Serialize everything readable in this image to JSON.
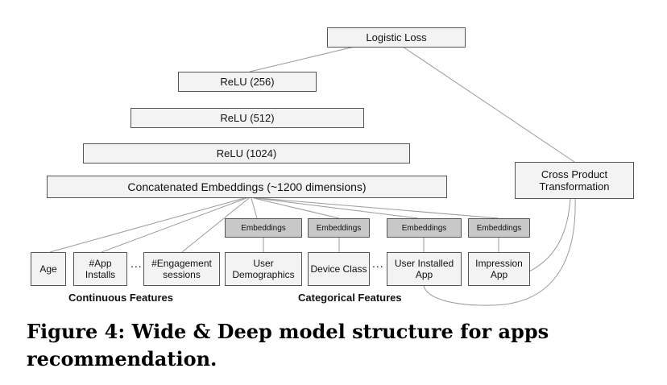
{
  "nodes": {
    "logistic_loss": "Logistic Loss",
    "relu_256": "ReLU (256)",
    "relu_512": "ReLU (512)",
    "relu_1024": "ReLU (1024)",
    "concat": "Concatenated Embeddings (~1200 dimensions)",
    "cross_product": "Cross Product Transformation",
    "embeddings_label": "Embeddings"
  },
  "continuous_features": [
    "Age",
    "#App Installs",
    "#Engagement sessions"
  ],
  "categorical_features": [
    "User Demographics",
    "Device Class",
    "User Installed App",
    "Impression App"
  ],
  "ellipsis": "...",
  "group_labels": {
    "continuous": "Continuous Features",
    "categorical": "Categorical Features"
  },
  "caption": "Figure 4: Wide & Deep model structure for apps recommendation."
}
